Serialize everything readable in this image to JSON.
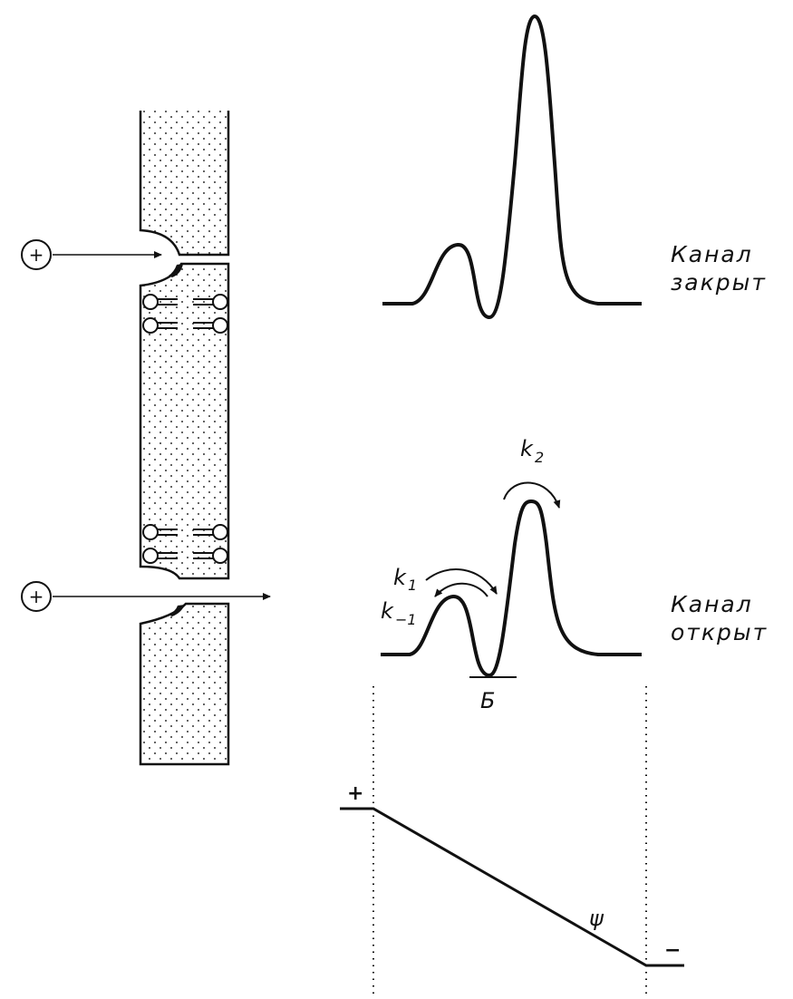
{
  "diagram": {
    "closed_label_line1": "Канал",
    "closed_label_line2": "закрыт",
    "open_label_line1": "Канал",
    "open_label_line2": "открыт",
    "k1_letter": "k",
    "k1_sub": "1",
    "kminus1_letter": "k",
    "kminus1_sub": "−1",
    "k2_letter": "k",
    "k2_sub": "2",
    "binding_site_label": "Б",
    "potential_label": "ψ",
    "plus_sign": "+",
    "minus_sign": "−",
    "ion_symbol": "+",
    "line_color": "#111111"
  }
}
